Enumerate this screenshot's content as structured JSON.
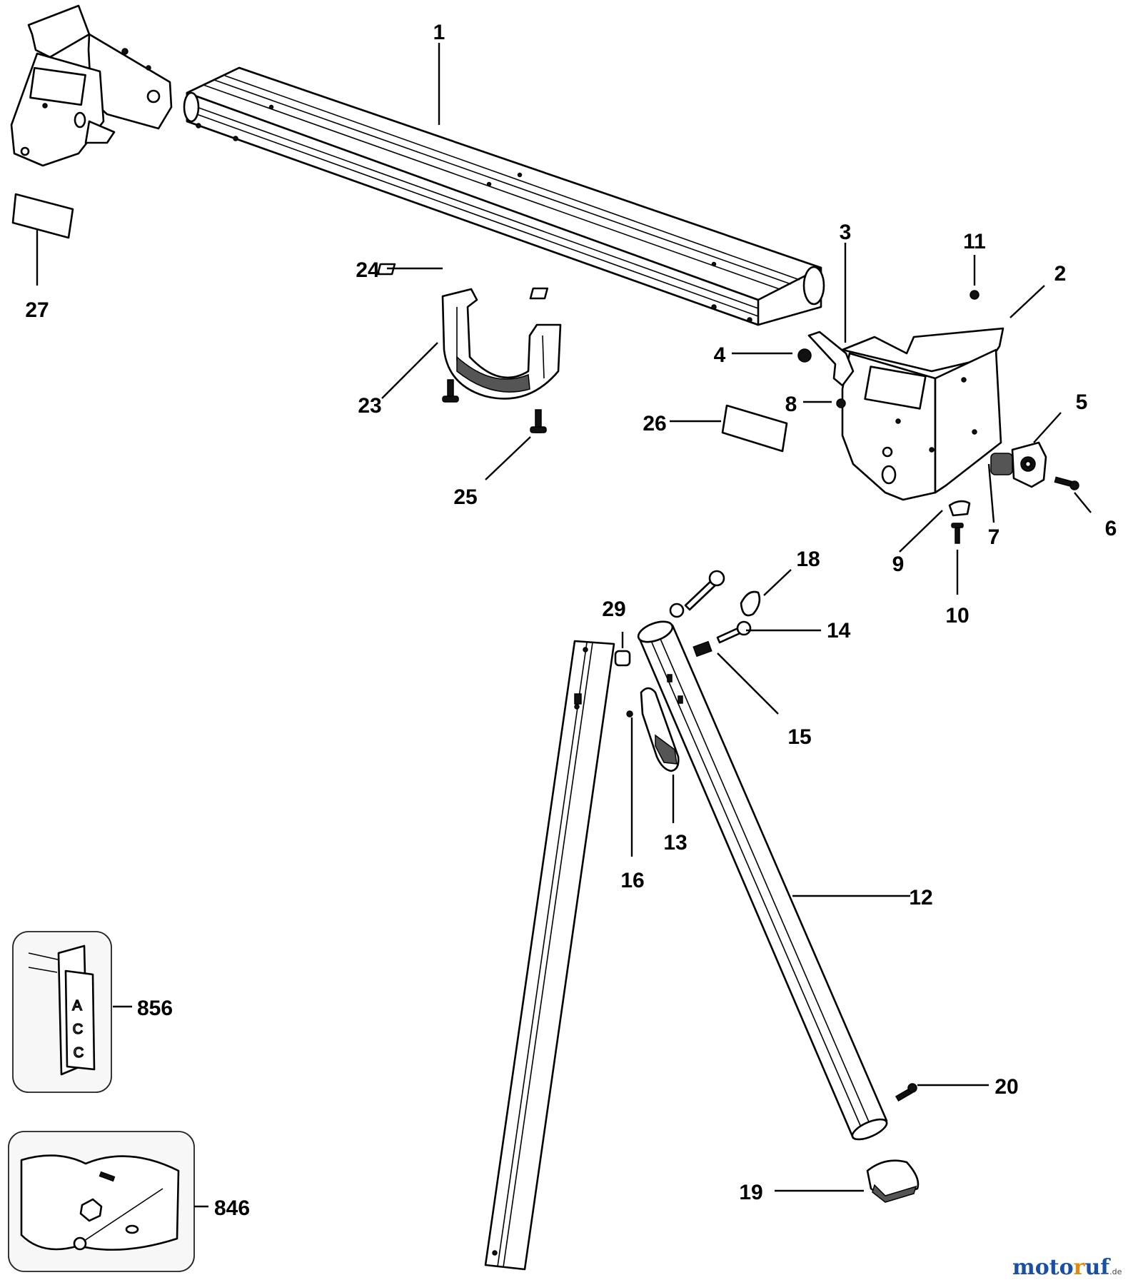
{
  "diagram": {
    "callouts": [
      "1",
      "2",
      "3",
      "4",
      "5",
      "6",
      "7",
      "8",
      "9",
      "10",
      "11",
      "12",
      "13",
      "14",
      "15",
      "16",
      "18",
      "19",
      "20",
      "23",
      "24",
      "25",
      "26",
      "27",
      "29",
      "856",
      "846"
    ],
    "kit_label_letters": [
      "A",
      "C",
      "C"
    ]
  },
  "watermark": {
    "brand_part1": "moto",
    "brand_part2": "r",
    "brand_part3": "uf",
    "suffix": ".de"
  }
}
